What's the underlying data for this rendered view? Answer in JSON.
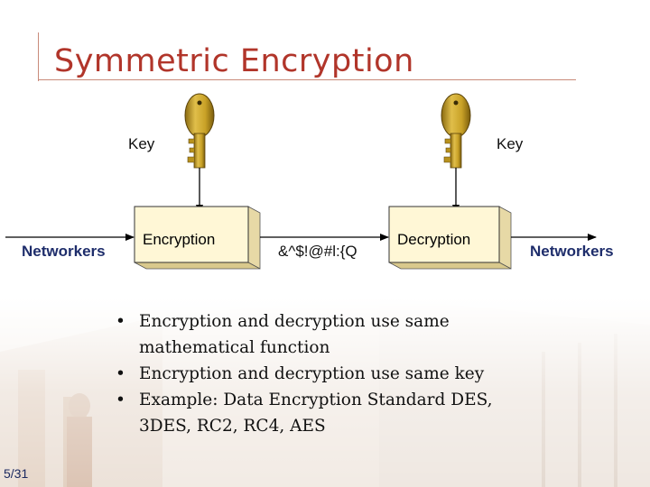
{
  "slide": {
    "title": "Symmetric Encryption",
    "page_number": "5/31"
  },
  "diagram": {
    "key_left_label": "Key",
    "key_right_label": "Key",
    "sender_label": "Networkers",
    "receiver_label": "Networkers",
    "encrypt_box": "Encryption",
    "decrypt_box": "Decryption",
    "ciphertext": "&^$!@#l:{Q"
  },
  "bullets": [
    "Encryption and decryption use same mathematical function",
    "Encryption and decryption use same key",
    "Example: Data Encryption Standard DES, 3DES, RC2, RC4, AES"
  ],
  "colors": {
    "title": "#b1352a",
    "key_gold": "#c9a227",
    "box_fill": "#fff7d6",
    "box_side": "#e7d9a6"
  }
}
